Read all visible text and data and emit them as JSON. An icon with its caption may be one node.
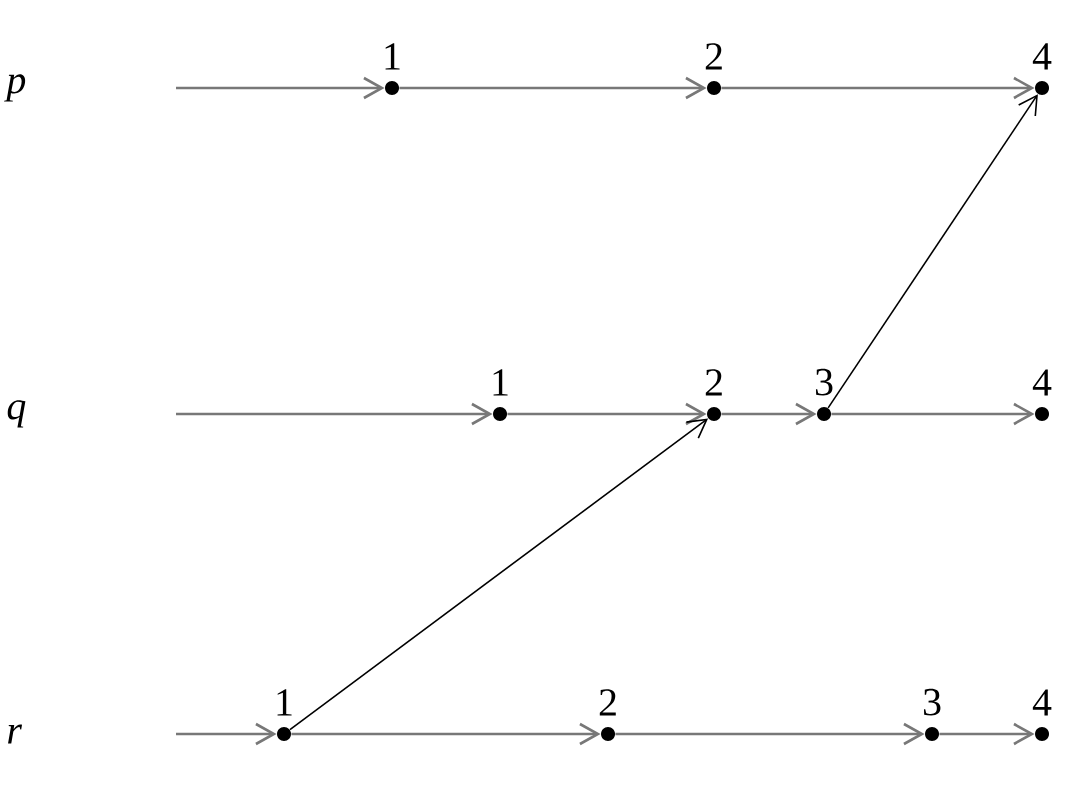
{
  "diagram": {
    "nodes": [
      {
        "text": [],
        "shape": "circle",
        "beside": [
          "1"
        ]
      },
      {
        "text": [],
        "shape": "circle",
        "beside": [
          "2"
        ]
      },
      {
        "text": [],
        "shape": "circle",
        "beside": [
          "4"
        ]
      },
      {
        "text": [],
        "shape": "circle",
        "beside": [
          "1"
        ]
      },
      {
        "text": [],
        "shape": "circle",
        "beside": [
          "2"
        ]
      },
      {
        "text": [],
        "shape": "circle",
        "beside": [
          "3"
        ]
      },
      {
        "text": [],
        "shape": "circle",
        "beside": [
          "4"
        ]
      },
      {
        "text": [],
        "shape": "circle",
        "beside": [
          "1"
        ]
      },
      {
        "text": [],
        "shape": "circle",
        "beside": [
          "2"
        ]
      },
      {
        "text": [],
        "shape": "circle",
        "beside": [
          "3"
        ]
      },
      {
        "text": [],
        "shape": "circle",
        "beside": [
          "4"
        ]
      }
    ],
    "edges": [
      {
        "from": null,
        "to": 0,
        "arrow": "to"
      },
      {
        "from": 0,
        "to": 1,
        "arrow": "to"
      },
      {
        "from": 1,
        "to": 2,
        "arrow": "to"
      },
      {
        "from": null,
        "to": 3,
        "arrow": "to"
      },
      {
        "from": 3,
        "to": 4,
        "arrow": "to"
      },
      {
        "from": 4,
        "to": 5,
        "arrow": "to"
      },
      {
        "from": 5,
        "to": 6,
        "arrow": "to"
      },
      {
        "from": null,
        "to": 7,
        "arrow": "to"
      },
      {
        "from": 7,
        "to": 8,
        "arrow": "to"
      },
      {
        "from": 8,
        "to": 9,
        "arrow": "to"
      },
      {
        "from": 9,
        "to": 10,
        "arrow": "to"
      },
      {
        "from": 7,
        "to": 4,
        "arrow": "to",
        "color": "#000000"
      },
      {
        "from": 5,
        "to": 2,
        "arrow": "to",
        "color": "#000000"
      }
    ],
    "labels": [
      "p",
      "q",
      "r"
    ]
  }
}
